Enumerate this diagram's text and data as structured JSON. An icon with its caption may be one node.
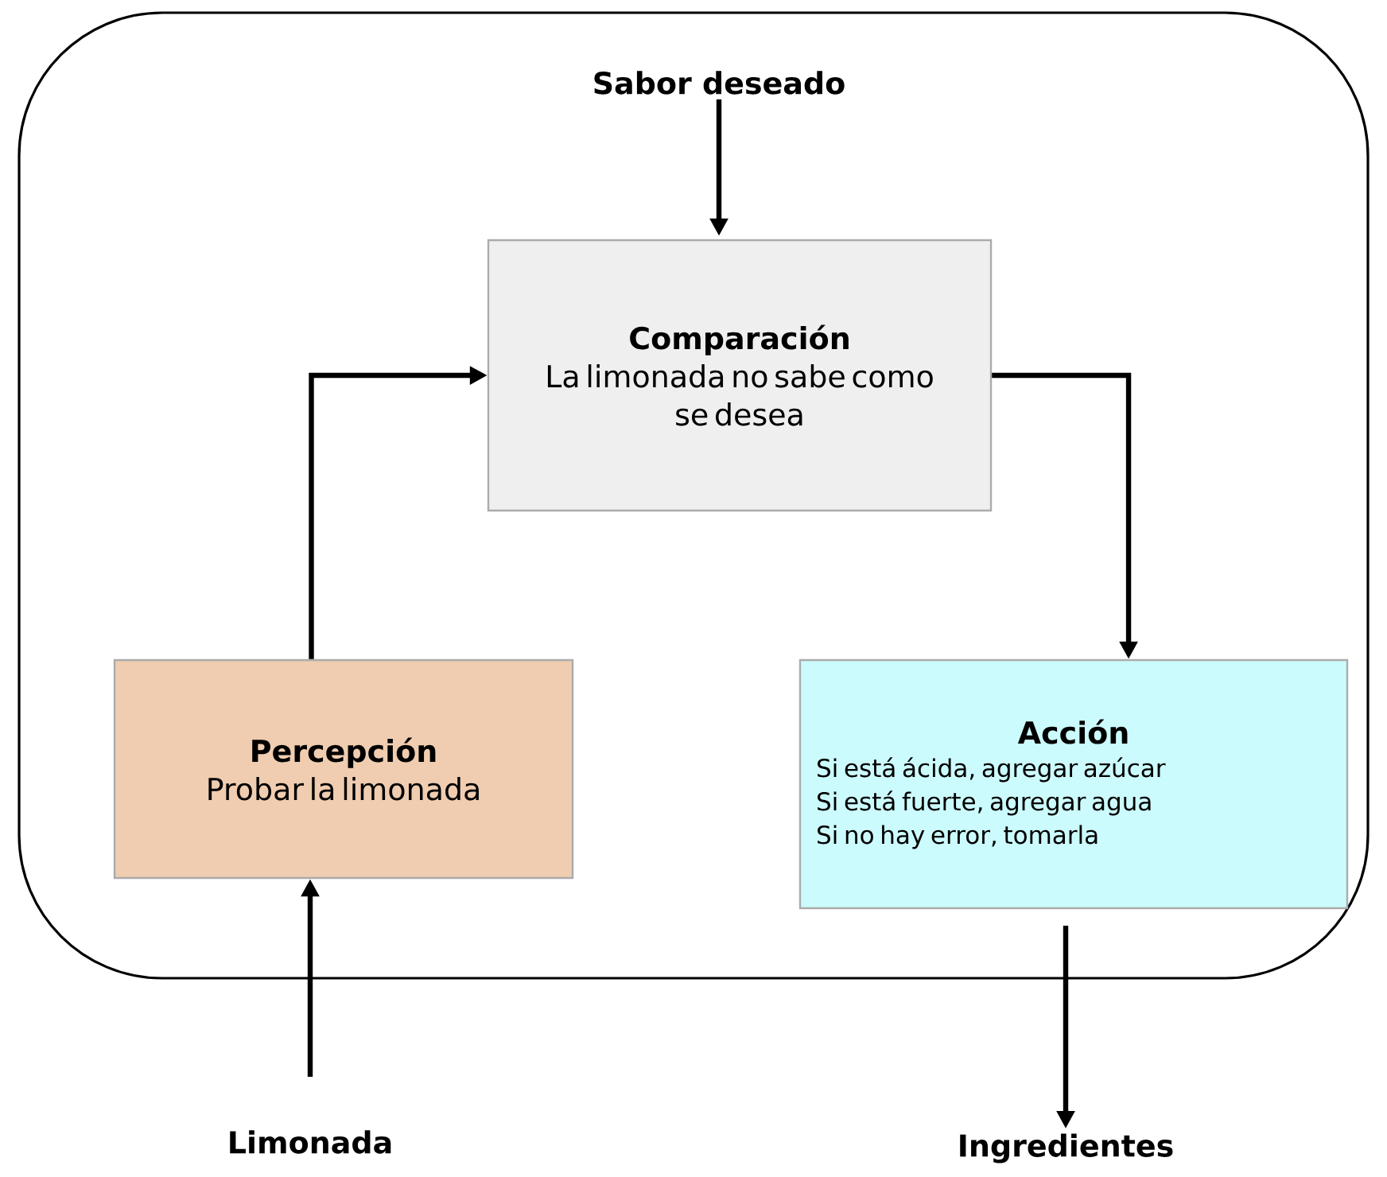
{
  "diagram": {
    "nodes": [
      {
        "text": [],
        "shape": "box"
      },
      {
        "text": [
          "Sabor deseado"
        ],
        "in": 0
      },
      {
        "text": [
          "Comparación",
          "La limonada no sabe como se desea"
        ],
        "in": 0
      },
      {
        "text": [
          "Percepción",
          "Probar la limonada"
        ],
        "in": 0
      },
      {
        "text": [
          "Acción",
          "Si está ácida, agregar azúcar",
          "Si está fuerte, agregar agua",
          "Si no hay error, tomarla"
        ],
        "in": 0
      },
      {
        "text": [
          "Limonada"
        ]
      },
      {
        "text": [
          "Ingredientes"
        ]
      }
    ],
    "edges": [
      {
        "from": 1,
        "to": 2,
        "arrow": "to"
      },
      {
        "from": 3,
        "to": 2,
        "arrow": "to"
      },
      {
        "from": 2,
        "to": 4,
        "arrow": "to"
      },
      {
        "from": 5,
        "to": 3,
        "arrow": "to"
      },
      {
        "from": 4,
        "to": 6,
        "arrow": "to"
      }
    ]
  }
}
